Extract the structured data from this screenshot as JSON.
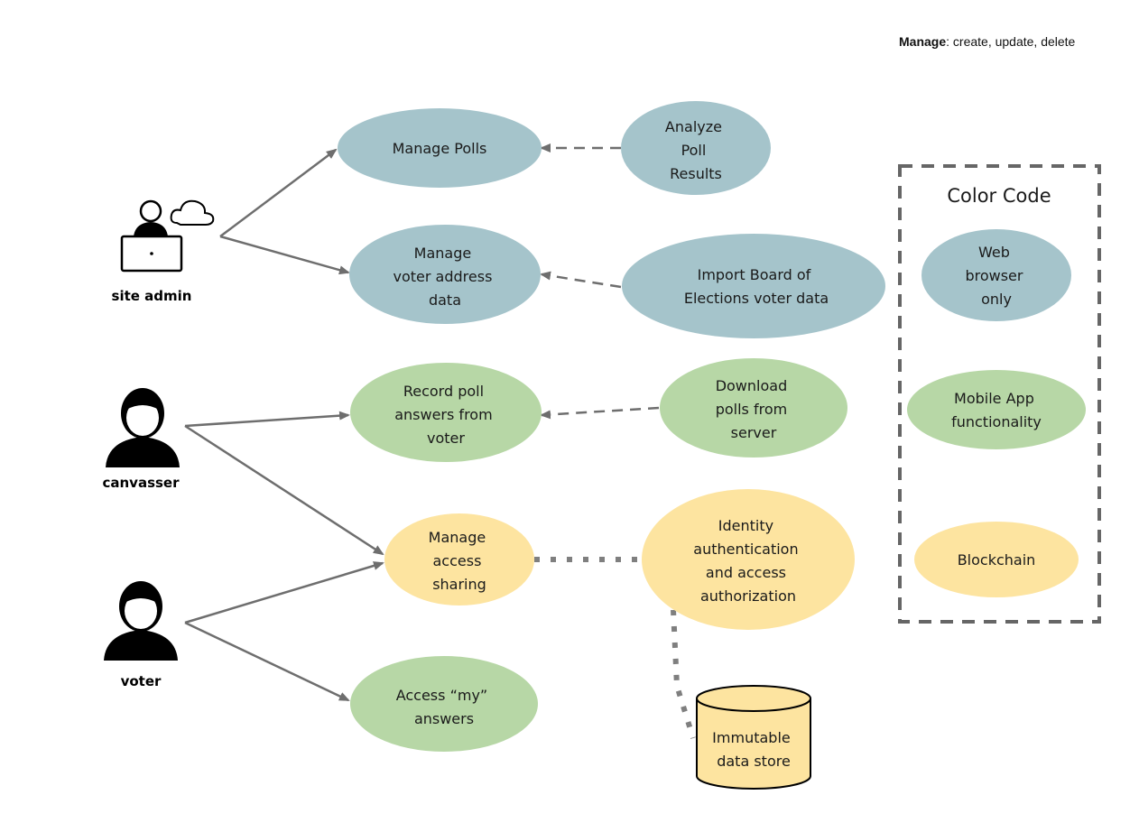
{
  "legend_note": {
    "keyword": "Manage",
    "rest": ": create, update, delete"
  },
  "colors": {
    "web": "#a5c4cb",
    "mobile": "#b7d7a6",
    "blockchain": "#fde4a0",
    "line": "#6e6e6e",
    "dotted": "#7f7f7f"
  },
  "actors": {
    "site_admin": {
      "label": "site admin",
      "icon": "admin-laptop-cloud-icon"
    },
    "canvasser": {
      "label": "canvasser",
      "icon": "person-icon"
    },
    "voter": {
      "label": "voter",
      "icon": "person-icon"
    }
  },
  "use_cases": {
    "manage_polls": [
      "Manage Polls"
    ],
    "analyze_results": [
      "Analyze",
      "Poll",
      "Results"
    ],
    "manage_voter_address": [
      "Manage",
      "voter address",
      "data"
    ],
    "import_boe": [
      "Import Board of",
      "Elections voter data"
    ],
    "record_answers": [
      "Record poll",
      "answers from",
      "voter"
    ],
    "download_polls": [
      "Download",
      "polls from",
      "server"
    ],
    "manage_access_sharing": [
      "Manage",
      "access",
      "sharing"
    ],
    "identity_auth": [
      "Identity",
      "authentication",
      "and access",
      "authorization"
    ],
    "access_my_answers": [
      "Access “my”",
      "answers"
    ]
  },
  "data_store": [
    "Immutable",
    "data store"
  ],
  "color_code": {
    "title": "Color Code",
    "web": [
      "Web",
      "browser",
      "only"
    ],
    "mobile": [
      "Mobile App",
      "functionality"
    ],
    "blockchain": [
      "Blockchain"
    ]
  }
}
